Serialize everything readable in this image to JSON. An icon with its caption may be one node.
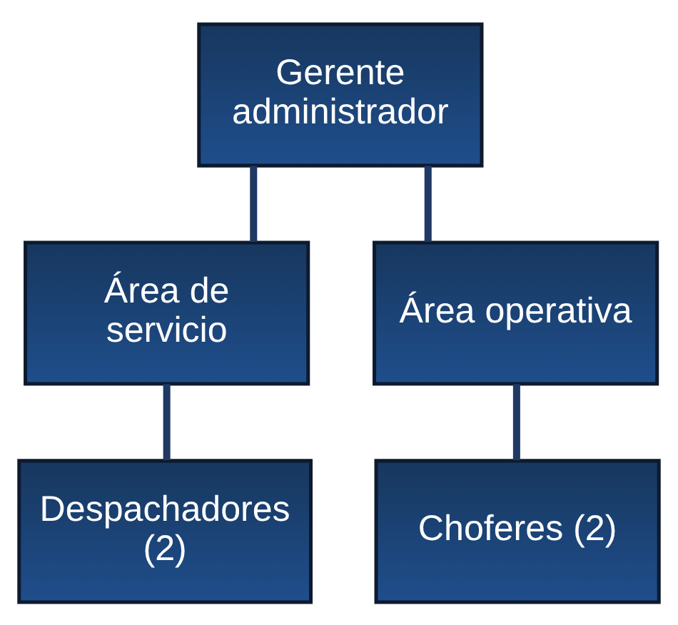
{
  "diagram": {
    "nodes": [
      {
        "text": [
          "Gerente administrador"
        ]
      },
      {
        "text": [
          "Área de servicio"
        ]
      },
      {
        "text": [
          "Área operativa"
        ]
      },
      {
        "text": [
          "Despachadores (2)"
        ]
      },
      {
        "text": [
          "Choferes (2)"
        ]
      }
    ],
    "edges": [
      {
        "from": 0,
        "to": 1,
        "arrow": "none"
      },
      {
        "from": 0,
        "to": 2,
        "arrow": "none"
      },
      {
        "from": 1,
        "to": 3,
        "arrow": "none"
      },
      {
        "from": 2,
        "to": 4,
        "arrow": "none"
      }
    ]
  }
}
